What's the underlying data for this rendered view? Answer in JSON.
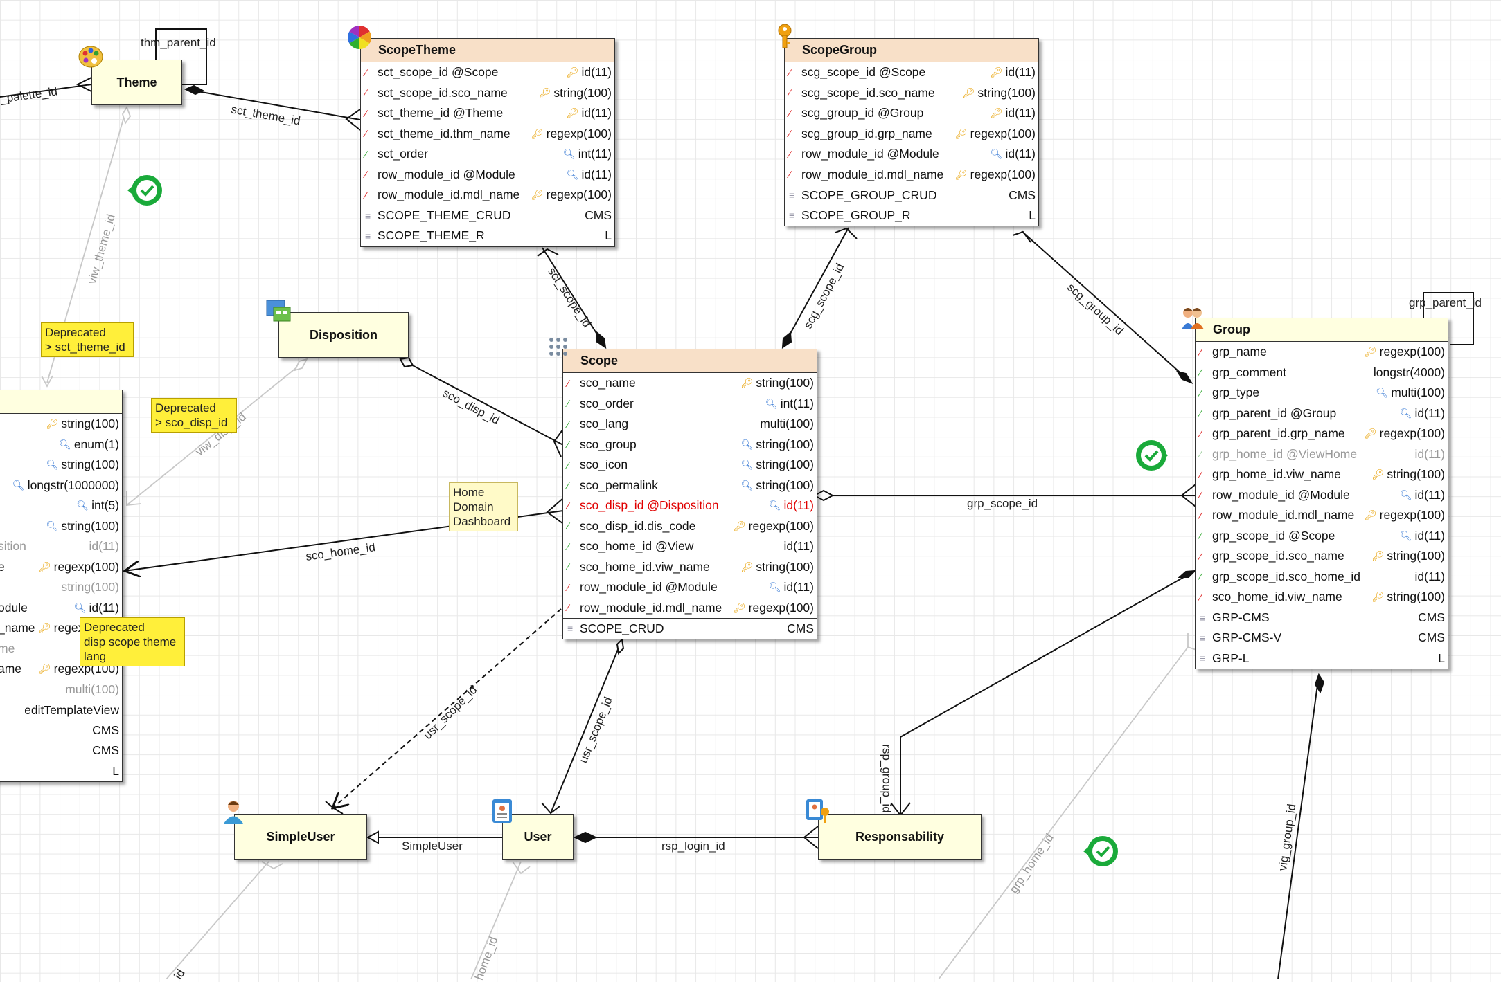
{
  "tables": {
    "scopetheme": {
      "title": "ScopeTheme",
      "rows": [
        {
          "name": "sct_scope_id @Scope",
          "type": "id(11)",
          "icon": "key"
        },
        {
          "name": "sct_scope_id.sco_name",
          "type": "string(100)",
          "icon": "key"
        },
        {
          "name": "sct_theme_id @Theme",
          "type": "id(11)",
          "icon": "key"
        },
        {
          "name": "sct_theme_id.thm_name",
          "type": "regexp(100)",
          "icon": "key"
        },
        {
          "name": "sct_order",
          "type": "int(11)",
          "icon": "search"
        },
        {
          "name": "row_module_id @Module",
          "type": "id(11)",
          "icon": "search"
        },
        {
          "name": "row_module_id.mdl_name",
          "type": "regexp(100)",
          "icon": "key"
        }
      ],
      "methods": [
        {
          "name": "SCOPE_THEME_CRUD",
          "type": "CMS"
        },
        {
          "name": "SCOPE_THEME_R",
          "type": "L"
        }
      ]
    },
    "scopegroup": {
      "title": "ScopeGroup",
      "rows": [
        {
          "name": "scg_scope_id @Scope",
          "type": "id(11)",
          "icon": "key"
        },
        {
          "name": "scg_scope_id.sco_name",
          "type": "string(100)",
          "icon": "key"
        },
        {
          "name": "scg_group_id @Group",
          "type": "id(11)",
          "icon": "key"
        },
        {
          "name": "scg_group_id.grp_name",
          "type": "regexp(100)",
          "icon": "key"
        },
        {
          "name": "row_module_id @Module",
          "type": "id(11)",
          "icon": "search"
        },
        {
          "name": "row_module_id.mdl_name",
          "type": "regexp(100)",
          "icon": "key"
        }
      ],
      "methods": [
        {
          "name": "SCOPE_GROUP_CRUD",
          "type": "CMS"
        },
        {
          "name": "SCOPE_GROUP_R",
          "type": "L"
        }
      ]
    },
    "scope": {
      "title": "Scope",
      "rows": [
        {
          "name": "sco_name",
          "type": "string(100)",
          "icon": "key"
        },
        {
          "name": "sco_order",
          "type": "int(11)",
          "icon": "search"
        },
        {
          "name": "sco_lang",
          "type": "multi(100)",
          "icon": ""
        },
        {
          "name": "sco_group",
          "type": "string(100)",
          "icon": "search"
        },
        {
          "name": "sco_icon",
          "type": "string(100)",
          "icon": "search"
        },
        {
          "name": "sco_permalink",
          "type": "string(100)",
          "icon": "search"
        },
        {
          "name": "sco_disp_id @Disposition",
          "type": "id(11)",
          "icon": "search"
        },
        {
          "name": "sco_disp_id.dis_code",
          "type": "regexp(100)",
          "icon": "key"
        },
        {
          "name": "sco_home_id @View",
          "type": "id(11)",
          "icon": ""
        },
        {
          "name": "sco_home_id.viw_name",
          "type": "string(100)",
          "icon": "key"
        },
        {
          "name": "row_module_id @Module",
          "type": "id(11)",
          "icon": "search"
        },
        {
          "name": "row_module_id.mdl_name",
          "type": "regexp(100)",
          "icon": "key"
        }
      ],
      "methods": [
        {
          "name": "SCOPE_CRUD",
          "type": "CMS"
        }
      ]
    },
    "group": {
      "title": "Group",
      "rows": [
        {
          "name": "grp_name",
          "type": "regexp(100)",
          "icon": "key"
        },
        {
          "name": "grp_comment",
          "type": "longstr(4000)",
          "icon": ""
        },
        {
          "name": "grp_type",
          "type": "multi(100)",
          "icon": "search"
        },
        {
          "name": "grp_parent_id @Group",
          "type": "id(11)",
          "icon": "search"
        },
        {
          "name": "grp_parent_id.grp_name",
          "type": "regexp(100)",
          "icon": "key"
        },
        {
          "name": "grp_home_id @ViewHome",
          "type": "id(11)",
          "icon": ""
        },
        {
          "name": "grp_home_id.viw_name",
          "type": "string(100)",
          "icon": "key"
        },
        {
          "name": "row_module_id @Module",
          "type": "id(11)",
          "icon": "search"
        },
        {
          "name": "row_module_id.mdl_name",
          "type": "regexp(100)",
          "icon": "key"
        },
        {
          "name": "grp_scope_id @Scope",
          "type": "id(11)",
          "icon": "search"
        },
        {
          "name": "grp_scope_id.sco_name",
          "type": "string(100)",
          "icon": "key"
        },
        {
          "name": "grp_scope_id.sco_home_id",
          "type": "id(11)",
          "icon": ""
        },
        {
          "name": "sco_home_id.viw_name",
          "type": "string(100)",
          "icon": "key"
        }
      ],
      "methods": [
        {
          "name": "GRP-CMS",
          "type": "CMS"
        },
        {
          "name": "GRP-CMS-V",
          "type": "CMS"
        },
        {
          "name": "GRP-L",
          "type": "L"
        }
      ]
    },
    "leftview": {
      "rows": [
        {
          "name": "",
          "type": "string(100)",
          "icon": "key"
        },
        {
          "name": "",
          "type": "enum(1)",
          "icon": "search"
        },
        {
          "name": "",
          "type": "string(100)",
          "icon": "search"
        },
        {
          "name": "",
          "type": "longstr(1000000)",
          "icon": "search"
        },
        {
          "name": "",
          "type": "int(5)",
          "icon": "search"
        },
        {
          "name": "",
          "type": "string(100)",
          "icon": "search"
        },
        {
          "name": "sition",
          "type": "id(11)",
          "icon": ""
        },
        {
          "name": "e",
          "type": "regexp(100)",
          "icon": "key"
        },
        {
          "name": "",
          "type": "string(100)",
          "icon": ""
        },
        {
          "name": "odule",
          "type": "id(11)",
          "icon": "search"
        },
        {
          "name": "_name",
          "type": "regexp(100)",
          "icon": "key"
        },
        {
          "name": "me",
          "type": "",
          "icon": ""
        },
        {
          "name": "ame",
          "type": "regexp(100)",
          "icon": "key"
        },
        {
          "name": "",
          "type": "multi(100)",
          "icon": ""
        }
      ],
      "methods": [
        {
          "name": "",
          "type": "editTemplateView"
        },
        {
          "name": "",
          "type": "CMS"
        },
        {
          "name": "",
          "type": "CMS"
        },
        {
          "name": "",
          "type": "L"
        }
      ]
    }
  },
  "entities": {
    "theme": "Theme",
    "disposition": "Disposition",
    "simpleuser": "SimpleUser",
    "user": "User",
    "responsability": "Responsability"
  },
  "notes": {
    "deprecated_theme": [
      "Deprecated",
      "> sct_theme_id"
    ],
    "deprecated_disp": [
      "Deprecated",
      "> sco_disp_id"
    ],
    "home_domain": [
      "Home",
      "Domain",
      "Dashboard"
    ],
    "deprecated_lang": [
      "Deprecated",
      "disp scope theme",
      "lang"
    ]
  },
  "link_labels": {
    "thm_parent_id": "thm_parent_id",
    "palette_id": "_palette_id",
    "sct_theme_id": "sct_theme_id",
    "viw_theme_id": "viw_theme_id",
    "sct_scope_id": "sct_scope_id",
    "scg_scope_id": "scg_scope_id",
    "scg_group_id": "scg_group_id",
    "grp_parent_id": "grp_parent_id",
    "sco_disp_id": "sco_disp_id",
    "viw_disp_id": "viw_disp_id",
    "grp_scope_id": "grp_scope_id",
    "sco_home_id": "sco_home_id",
    "usr_scope_id_dashed": "usr_scope_id",
    "usr_scope_id": "usr_scope_id",
    "rsp_group_id": "rsp_group_id",
    "simpleuser": "SimpleUser",
    "rsp_login_id": "rsp_login_id",
    "grp_home_id": "grp_home_id",
    "vig_group_id": "vig_group_id",
    "bottom_id": "id",
    "home_id": "home_id"
  },
  "colors": {
    "header_orange": "#f8e0c8",
    "header_yellow": "#ffffe0",
    "note_yellow": "#ffef3a",
    "badge_green": "#1aaa3a"
  }
}
